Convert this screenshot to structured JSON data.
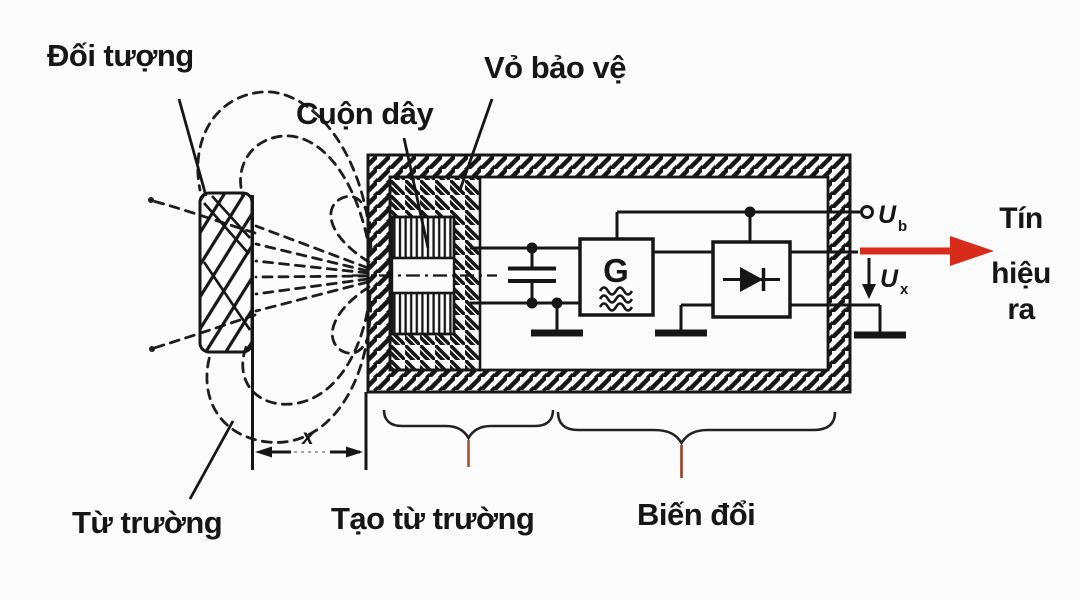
{
  "labels": {
    "object": "Đối tượng",
    "coil": "Cuộn dây",
    "housing": "Vỏ bảo vệ",
    "magnetic_field": "Từ trường",
    "field_generation": "Tạo từ trường",
    "conversion": "Biến đổi",
    "output_signal": {
      "0": "Tín",
      "1": "hiệu",
      "2": "ra"
    },
    "distance": "x",
    "generator": "G",
    "u_supply": {
      "base": "U",
      "sub": "b"
    },
    "u_output": {
      "base": "U",
      "sub": "x"
    }
  },
  "colors": {
    "ink": "#161616",
    "paper": "#fcfcfc",
    "signal_arrow": "#d92b1b",
    "brace_tick_left": "#a9502c",
    "brace_tick_right": "#9c3f2a"
  }
}
